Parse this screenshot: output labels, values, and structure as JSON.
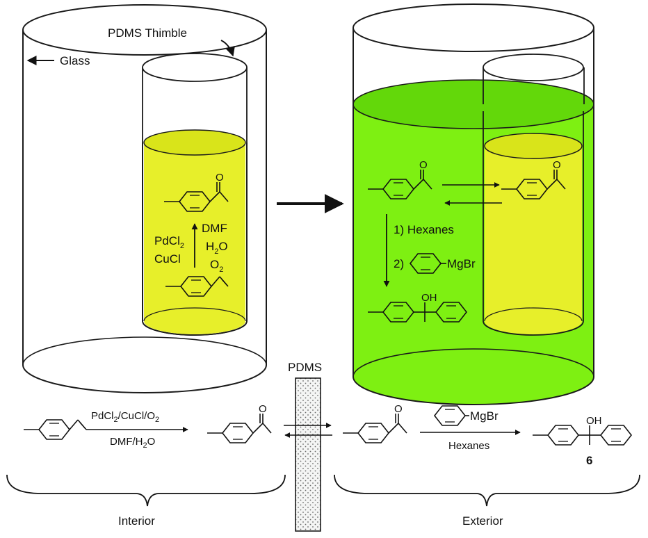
{
  "colors": {
    "inner_solution": "#e7ef2a",
    "inner_solution_top": "#d9e41a",
    "outer_solution": "#7ef012",
    "outer_solution_top": "#63d80a",
    "line": "#1a1a1a",
    "membrane_fill": "#eef0ee"
  },
  "labels": {
    "glass": "Glass",
    "pdms_thimble": "PDMS Thimble",
    "pdms_membrane": "PDMS",
    "interior": "Interior",
    "exterior": "Exterior",
    "compound_number": "6"
  },
  "left_vessel": {
    "catalyst_line1_base": "PdCl",
    "catalyst_line1_sub": "2",
    "catalyst_line2": "CuCl",
    "solvent_line1": "DMF",
    "solvent_line2_a": "H",
    "solvent_line2_sub": "2",
    "solvent_line2_b": "O",
    "solvent_line3_base": "O",
    "solvent_line3_sub": "2"
  },
  "right_vessel": {
    "step1": "1) Hexanes",
    "step2_prefix": "2)",
    "step2_reagent": "MgBr",
    "hydroxyl": "OH"
  },
  "scheme": {
    "reagents_above_a": "PdCl",
    "reagents_above_sub1": "2",
    "reagents_above_b": "/CuCl/O",
    "reagents_above_sub2": "2",
    "reagents_below_a": "DMF/H",
    "reagents_below_sub": "2",
    "reagents_below_b": "O",
    "grignard": "MgBr",
    "solvent": "Hexanes",
    "hydroxyl": "OH"
  },
  "ketone_oxygen": "O"
}
